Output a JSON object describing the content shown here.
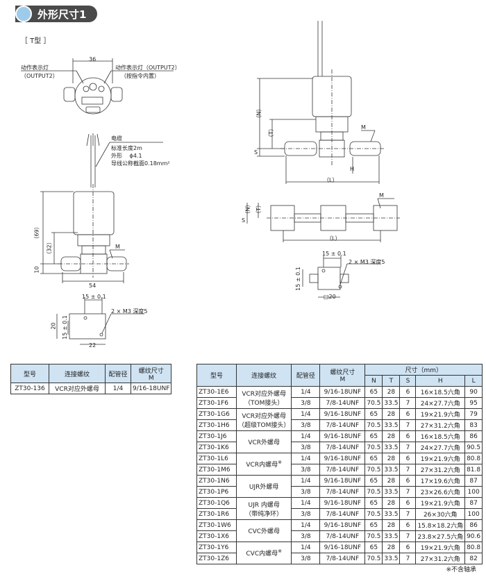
{
  "section_title": "外形尺寸1",
  "type_label": "［ T型 ］",
  "colors": {
    "header_bg": "#cfe3f3",
    "title_bar": "#4a4a4a",
    "title_circle": "#9ecbea"
  },
  "left_drawing": {
    "dim_36": "36",
    "led_left_1": "动作表示灯",
    "led_left_2": "（OUTPUT2）",
    "led_right_1": "动作表示灯（OUTPUT2）",
    "led_right_2": "（按指令内置）",
    "cable_title": "电缆",
    "cable_length": "标准长度2m",
    "cable_od": "外形　 ϕ4.1",
    "cable_section": "导线公称截面0.18mm²",
    "dim_69": "（69）",
    "dim_32": "（32）",
    "dim_10": "10",
    "dim_54": "54",
    "label_m": "M",
    "bottom_15a": "15 ± 0.1",
    "bottom_15b": "15 ± 0.1",
    "bottom_20": "20",
    "bottom_22": "22",
    "bottom_m3": "2 × M3 深度5"
  },
  "right_drawing": {
    "dim_n": "（N）",
    "dim_t": "（T）",
    "dim_s": "S",
    "dim_h": "H",
    "dim_l": "（L）",
    "label_m": "M",
    "mid_n": "（N）",
    "mid_t": "（T）",
    "mid_s": "S",
    "mid_l": "（L）",
    "mid_m": "M",
    "bottom_15a": "15 ± 0.1",
    "bottom_15b": "15 ± 0.1",
    "bottom_20": "□20",
    "bottom_m3": "2 × M3 深度5"
  },
  "small_table": {
    "headers": [
      "型号",
      "连接螺纹",
      "配管径",
      "螺纹尺寸",
      "M"
    ],
    "row": [
      "ZT30-136",
      "VCR对应外螺母",
      "1/4",
      "9/16-18UNF"
    ]
  },
  "big_table": {
    "headers": {
      "model": "型号",
      "conn": "连接螺纹",
      "pipe": "配管径",
      "thread": "螺纹尺寸",
      "thread_m": "M",
      "dims": "尺寸（mm）",
      "n": "N",
      "t": "T",
      "s": "S",
      "h": "H",
      "l": "L"
    },
    "groups": [
      {
        "conn": "VCR对应外螺母",
        "conn2": "（TOM接头）",
        "mark": "",
        "rows": [
          [
            "ZT30-1E6",
            "1/4",
            "9/16-18UNF",
            "65",
            "28",
            "6",
            "16×18.5六角",
            "90"
          ],
          [
            "ZT30-1F6",
            "3/8",
            "7/8-14UNF",
            "70.5",
            "33.5",
            "7",
            "24×27.7六角",
            "95"
          ]
        ]
      },
      {
        "conn": "VCR对应外螺母",
        "conn2": "（超级TOM接头）",
        "mark": "",
        "rows": [
          [
            "ZT30-1G6",
            "1/4",
            "9/16-18UNF",
            "65",
            "28",
            "6",
            "19×21.9六角",
            "79"
          ],
          [
            "ZT30-1H6",
            "3/8",
            "7/8-14UNF",
            "70.5",
            "33.5",
            "7",
            "27×31.2六角",
            "83"
          ]
        ]
      },
      {
        "conn": "VCR外螺母",
        "conn2": "",
        "mark": "",
        "rows": [
          [
            "ZT30-1J6",
            "1/4",
            "9/16-18UNF",
            "65",
            "28",
            "6",
            "16×18.5六角",
            "86"
          ],
          [
            "ZT30-1K6",
            "3/8",
            "7/8-14UNF",
            "70.5",
            "33.5",
            "7",
            "24×27.7六角",
            "90.5"
          ]
        ]
      },
      {
        "conn": "VCR内螺母",
        "conn2": "",
        "mark": "※",
        "rows": [
          [
            "ZT30-1L6",
            "1/4",
            "9/16-18UNF",
            "65",
            "28",
            "6",
            "19×21.9六角",
            "80.8"
          ],
          [
            "ZT30-1M6",
            "3/8",
            "7/8-14UNF",
            "70.5",
            "33.5",
            "7",
            "27×31.2六角",
            "81.8"
          ]
        ]
      },
      {
        "conn": "UJR外螺母",
        "conn2": "",
        "mark": "",
        "rows": [
          [
            "ZT30-1N6",
            "1/4",
            "9/16-18UNF",
            "65",
            "28",
            "6",
            "17×19.6六角",
            "87"
          ],
          [
            "ZT30-1P6",
            "3/8",
            "7/8-14UNF",
            "70.5",
            "33.5",
            "7",
            "23×26.6六角",
            "100"
          ]
        ]
      },
      {
        "conn": "UJR 内螺母",
        "conn2": "（带纯净环）",
        "mark": "",
        "rows": [
          [
            "ZT30-1Q6",
            "1/4",
            "9/16-18UNF",
            "65",
            "28",
            "6",
            "19×21.9六角",
            "87"
          ],
          [
            "ZT30-1R6",
            "3/8",
            "7/8-14UNF",
            "70.5",
            "33.5",
            "7",
            "26×30六角",
            "100"
          ]
        ]
      },
      {
        "conn": "CVC外螺母",
        "conn2": "",
        "mark": "",
        "rows": [
          [
            "ZT30-1W6",
            "1/4",
            "9/16-18UNF",
            "65",
            "28",
            "6",
            "15.8×18.2六角",
            "86"
          ],
          [
            "ZT30-1X6",
            "3/8",
            "7/8-14UNF",
            "70.5",
            "33.5",
            "7",
            "23.8×27.5六角",
            "90.6"
          ]
        ]
      },
      {
        "conn": "CVC内螺母",
        "conn2": "",
        "mark": "※",
        "rows": [
          [
            "ZT30-1Y6",
            "1/4",
            "9/16-18UNF",
            "65",
            "28",
            "6",
            "19×21.9六角",
            "80.8"
          ],
          [
            "ZT30-1Z6",
            "3/8",
            "7/8-14UNF",
            "70.5",
            "33.5",
            "7",
            "27×31.2六角",
            "82"
          ]
        ]
      }
    ]
  },
  "footnote": "※不含轴承"
}
